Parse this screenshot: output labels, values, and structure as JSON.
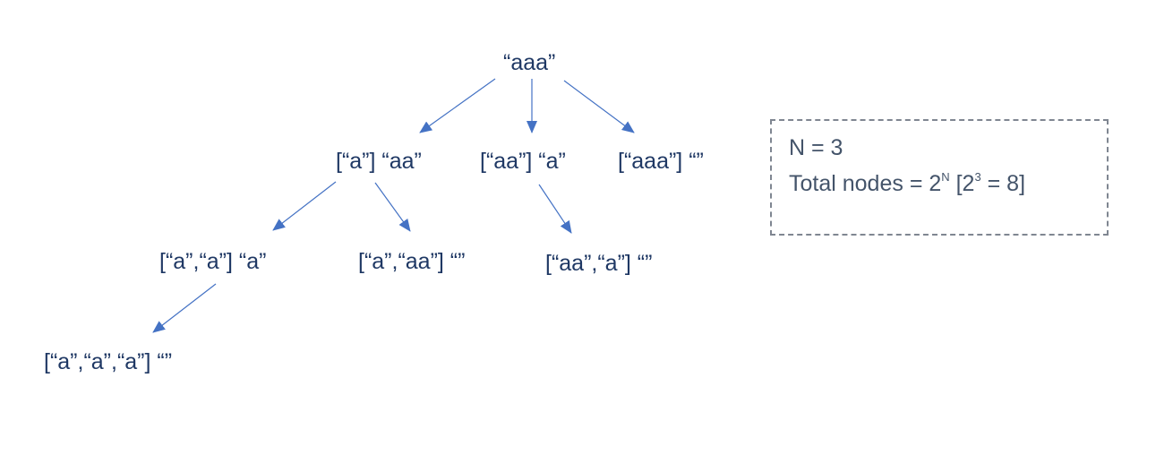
{
  "tree": {
    "nodes": [
      {
        "id": "root",
        "label": "“aaa”"
      },
      {
        "id": "n-a",
        "label": "[“a”] “aa”"
      },
      {
        "id": "n-aa",
        "label": "[“aa”] “a”"
      },
      {
        "id": "n-aaa",
        "label": "[“aaa”] “”"
      },
      {
        "id": "n-a-a",
        "label": "[“a”,“a”] “a”"
      },
      {
        "id": "n-a-aa",
        "label": "[“a”,“aa”] “”"
      },
      {
        "id": "n-aa-a",
        "label": "[“aa”,“a”] “”"
      },
      {
        "id": "n-a-a-a",
        "label": "[“a”,“a”,“a”] “”"
      }
    ],
    "edges": [
      {
        "from": "root",
        "to": "n-a"
      },
      {
        "from": "root",
        "to": "n-aa"
      },
      {
        "from": "root",
        "to": "n-aaa"
      },
      {
        "from": "n-a",
        "to": "n-a-a"
      },
      {
        "from": "n-a",
        "to": "n-a-aa"
      },
      {
        "from": "n-aa",
        "to": "n-aa-a"
      },
      {
        "from": "n-a-a",
        "to": "n-a-a-a"
      }
    ]
  },
  "info": {
    "n_line": "N = 3",
    "total_prefix": "Total nodes = 2",
    "total_exp": "N",
    "total_mid": " [2",
    "total_exp2": "3",
    "total_suffix": " = 8]"
  },
  "colors": {
    "node_text": "#1f3864",
    "edge": "#4472c4",
    "box_border": "#7f8691",
    "box_text": "#44546a"
  }
}
